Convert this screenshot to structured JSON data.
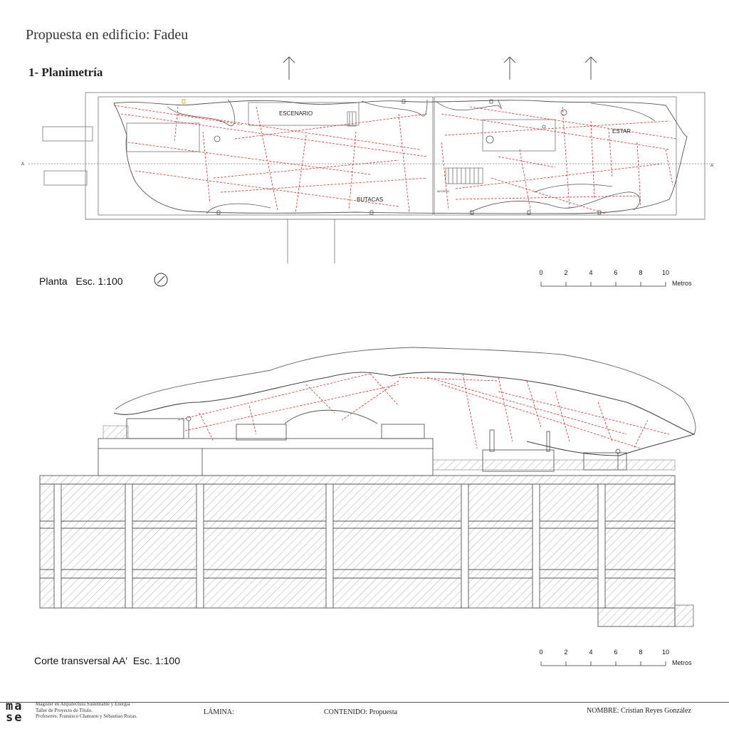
{
  "header": {
    "page_title": "Propuesta en edificio: Fadeu",
    "section_title": "1- Planimetría"
  },
  "plan": {
    "caption": "Planta   Esc. 1:100",
    "labels": {
      "escenario": "ESCENARIO",
      "estar": "ESTAR",
      "butacas": "BUTACAS",
      "acceso": "ACCESO",
      "axis_left": "A",
      "axis_right": "A'"
    }
  },
  "section": {
    "caption": "Corte transversal AA'  Esc. 1:100"
  },
  "scalebar": {
    "ticks": [
      "0",
      "2",
      "4",
      "6",
      "8",
      "10"
    ],
    "unit": "Metros"
  },
  "footer": {
    "logo_top": "ma",
    "logo_bottom": "se",
    "institution_lines": [
      "Magister en Arquitectura Sustentable y Energía",
      "Taller de Proyecto de Título.",
      "Profesores: Fransisco Chateaou y Sebastian Rozas."
    ],
    "lamina": "LÁMINA:",
    "contenido": "CONTENIDO: Propuesta",
    "nombre": "NOMBRE: Cristian Reyes González"
  },
  "colors": {
    "line": "#555555",
    "accent_red": "#d9302c",
    "hatch": "#777777"
  }
}
